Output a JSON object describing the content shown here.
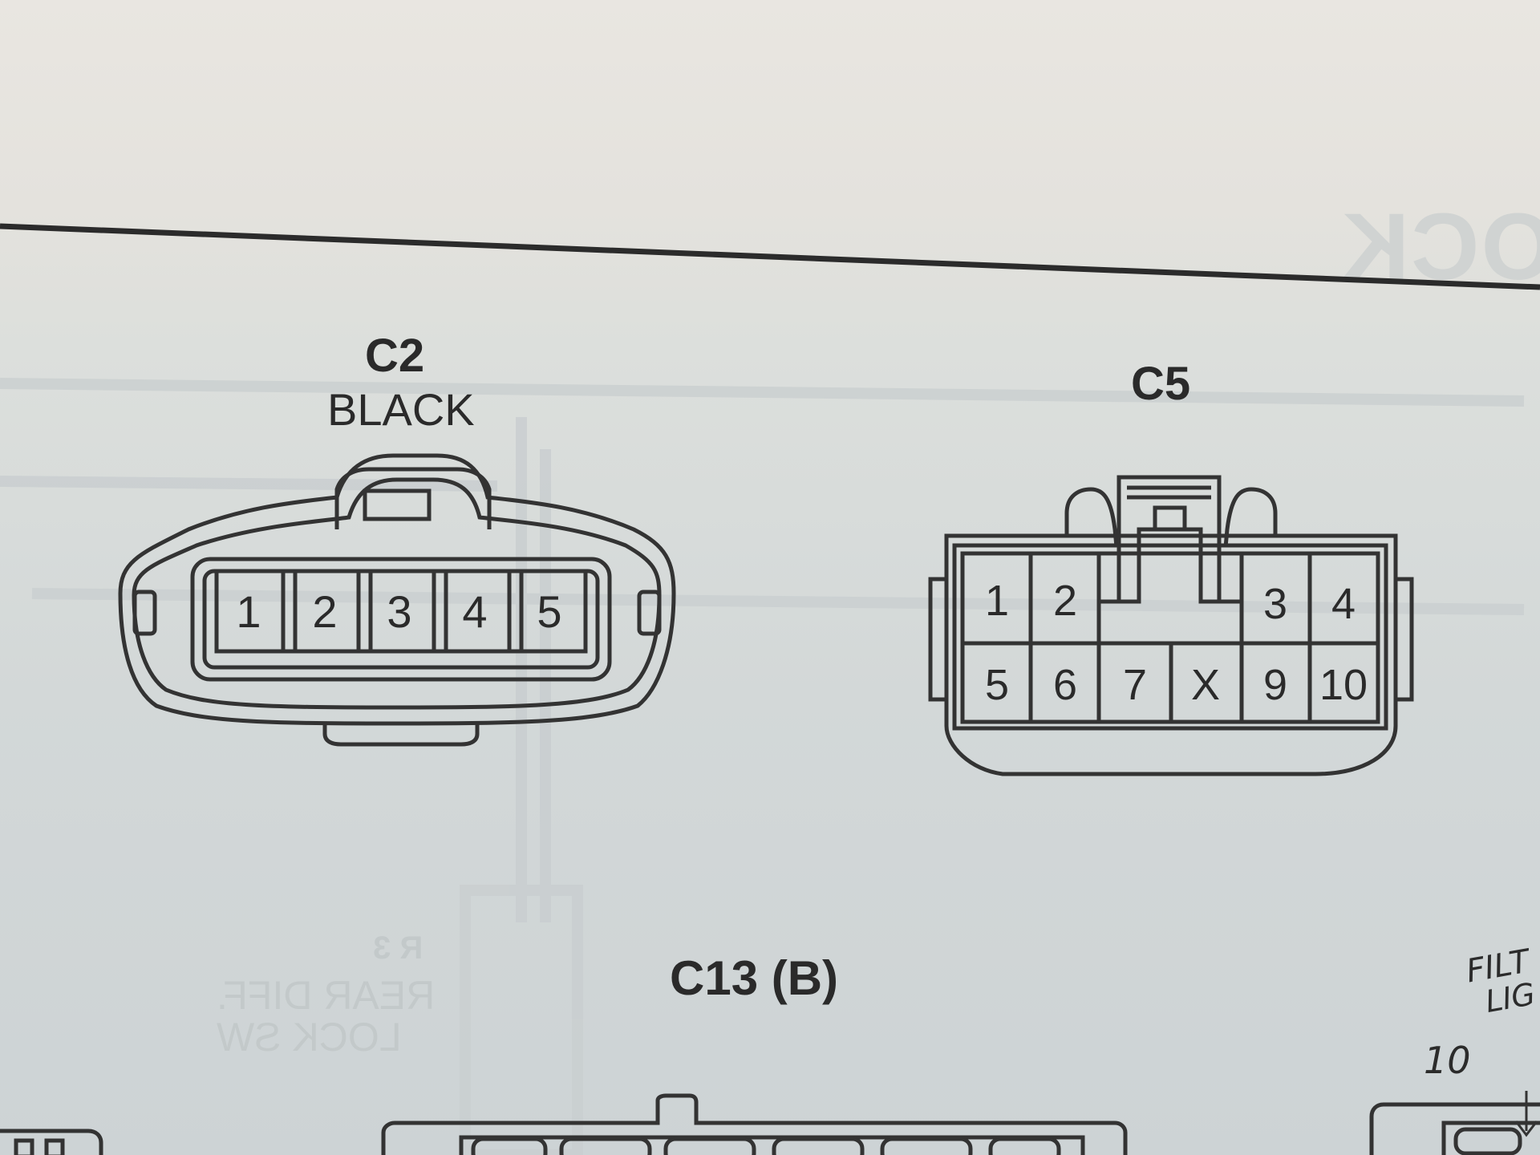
{
  "colors": {
    "ink": "#2a2a2a",
    "paper": "#e4e2dd",
    "ghost": "#c2c8c9"
  },
  "connectors": {
    "c2": {
      "title": "C2",
      "subtitle": "BLACK",
      "pins": [
        "1",
        "2",
        "3",
        "4",
        "5"
      ]
    },
    "c5": {
      "title": "C5",
      "pins_top": [
        "1",
        "2",
        "3",
        "4"
      ],
      "pins_bottom": [
        "5",
        "6",
        "7",
        "X",
        "9",
        "10"
      ]
    },
    "c13": {
      "title": "C13 (B)"
    }
  },
  "bleed_through": {
    "header": "LOCK",
    "switch_label": [
      "REAR DIFF.",
      "LOCK SW"
    ],
    "switch_id": "R 3"
  },
  "handwriting": {
    "note_line1": "FILT",
    "note_line2": "LIG",
    "pin_ref": "10"
  }
}
